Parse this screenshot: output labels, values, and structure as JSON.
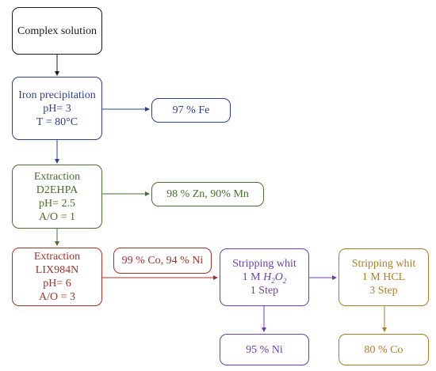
{
  "colors": {
    "black": "#1a1a1a",
    "blue": "#2e3f8f",
    "green": "#4a6e2c",
    "red": "#a3332a",
    "purple": "#6b3fb0",
    "gold": "#b07d22"
  },
  "nodes": {
    "complex": {
      "line1": "Complex solution"
    },
    "iron": {
      "line1": "Iron precipitation",
      "line2": "pH= 3",
      "line3": "T = 80°C"
    },
    "fe": {
      "line1": "97 % Fe"
    },
    "d2ehpa": {
      "line1": "Extraction",
      "line2": "D2EHPA",
      "line3": "pH= 2.5",
      "line4": "A/O = 1"
    },
    "znmn": {
      "line1": "98 % Zn, 90% Mn"
    },
    "lix": {
      "line1": "Extraction",
      "line2": "LIX984N",
      "line3": "pH= 6",
      "line4": "A/O = 3"
    },
    "coni": {
      "line1": "99 % Co, 94 % Ni"
    },
    "h2o2": {
      "line1": "Stripping whit",
      "line2_prefix": "1 M",
      "h": "H",
      "sub1": "2",
      "o": "O",
      "sub2": "2",
      "line3": "1 Step"
    },
    "hcl": {
      "line1": "Stripping whit",
      "line2": "1 M HCL",
      "line3": "3 Step"
    },
    "ni": {
      "line1": "95 % Ni"
    },
    "co": {
      "line1": "80 % Co"
    }
  }
}
